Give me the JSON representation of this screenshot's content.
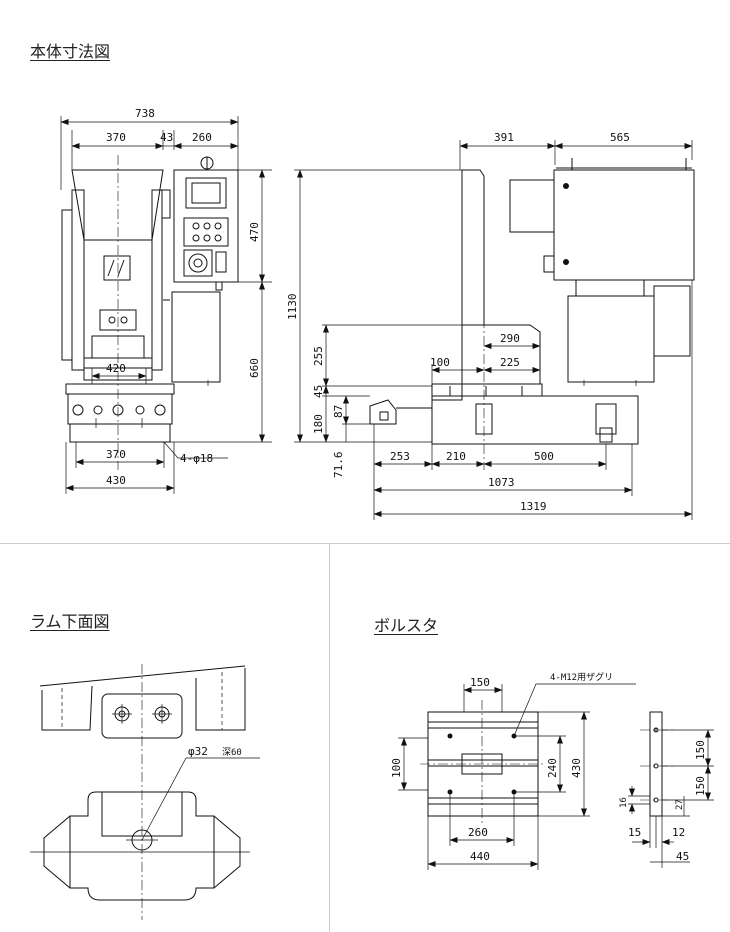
{
  "headings": {
    "main": "本体寸法図",
    "ram": "ラム下面図",
    "bolster": "ボルスタ"
  },
  "front": {
    "d_738": "738",
    "d_370": "370",
    "d_43": "43",
    "d_260": "260",
    "d_470": "470",
    "d_660": "660",
    "d_420": "420",
    "d_370b": "370",
    "d_hole": "4-φ18",
    "d_430": "430"
  },
  "side": {
    "d_391": "391",
    "d_565": "565",
    "d_1130": "1130",
    "d_255": "255",
    "d_290": "290",
    "d_100": "100",
    "d_225": "225",
    "d_180": "180",
    "d_45": "45",
    "d_87": "87",
    "d_71_6": "71.6",
    "d_253": "253",
    "d_210": "210",
    "d_500": "500",
    "d_1073": "1073",
    "d_1319": "1319"
  },
  "ram": {
    "hole_label": "φ32",
    "hole_depth": "深60"
  },
  "bolster": {
    "d_150": "150",
    "tap_label": "4-M12用ザグリ",
    "d_100": "100",
    "d_240": "240",
    "d_430": "430",
    "d_260": "260",
    "d_440": "440",
    "s_150a": "150",
    "s_150b": "150",
    "s_16": "16",
    "s_27": "27",
    "s_15": "15",
    "s_12": "12",
    "s_45": "45"
  }
}
